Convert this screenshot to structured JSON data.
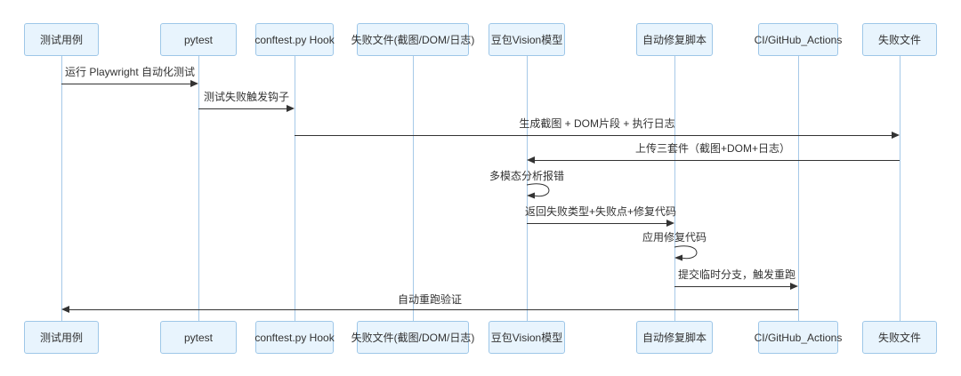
{
  "diagram": {
    "type": "sequence-diagram",
    "actors": [
      {
        "label": "测试用例"
      },
      {
        "label": "pytest"
      },
      {
        "label": "conftest.py Hook"
      },
      {
        "label": "失败文件(截图/DOM/日志)"
      },
      {
        "label": "豆包Vision模型"
      },
      {
        "label": "自动修复脚本"
      },
      {
        "label": "CI/GitHub_Actions"
      },
      {
        "label": "失败文件"
      }
    ],
    "messages": [
      {
        "text": "运行 Playwright 自动化测试",
        "from": "测试用例",
        "to": "pytest",
        "type": "solid-arrow"
      },
      {
        "text": "测试失败触发钩子",
        "from": "pytest",
        "to": "conftest.py Hook",
        "type": "solid-arrow"
      },
      {
        "text": "生成截图 + DOM片段 + 执行日志",
        "from": "conftest.py Hook",
        "to": "失败文件",
        "type": "solid-arrow"
      },
      {
        "text": "上传三套件（截图+DOM+日志）",
        "from": "失败文件",
        "to": "豆包Vision模型",
        "type": "solid-arrow"
      },
      {
        "text": "多模态分析报错",
        "from": "豆包Vision模型",
        "to": "豆包Vision模型",
        "type": "self-loop"
      },
      {
        "text": "返回失败类型+失败点+修复代码",
        "from": "豆包Vision模型",
        "to": "自动修复脚本",
        "type": "solid-arrow"
      },
      {
        "text": "应用修复代码",
        "from": "自动修复脚本",
        "to": "自动修复脚本",
        "type": "self-loop"
      },
      {
        "text": "提交临时分支，触发重跑",
        "from": "自动修复脚本",
        "to": "CI/GitHub_Actions",
        "type": "solid-arrow"
      },
      {
        "text": "自动重跑验证",
        "from": "CI/GitHub_Actions",
        "to": "测试用例",
        "type": "solid-arrow"
      }
    ],
    "colors": {
      "background": "#ffffff",
      "actor_fill": "#e8f4fd",
      "actor_border": "#9ec7e8",
      "lifeline": "#a6c9e8",
      "arrow": "#333333",
      "text": "#333333"
    }
  }
}
